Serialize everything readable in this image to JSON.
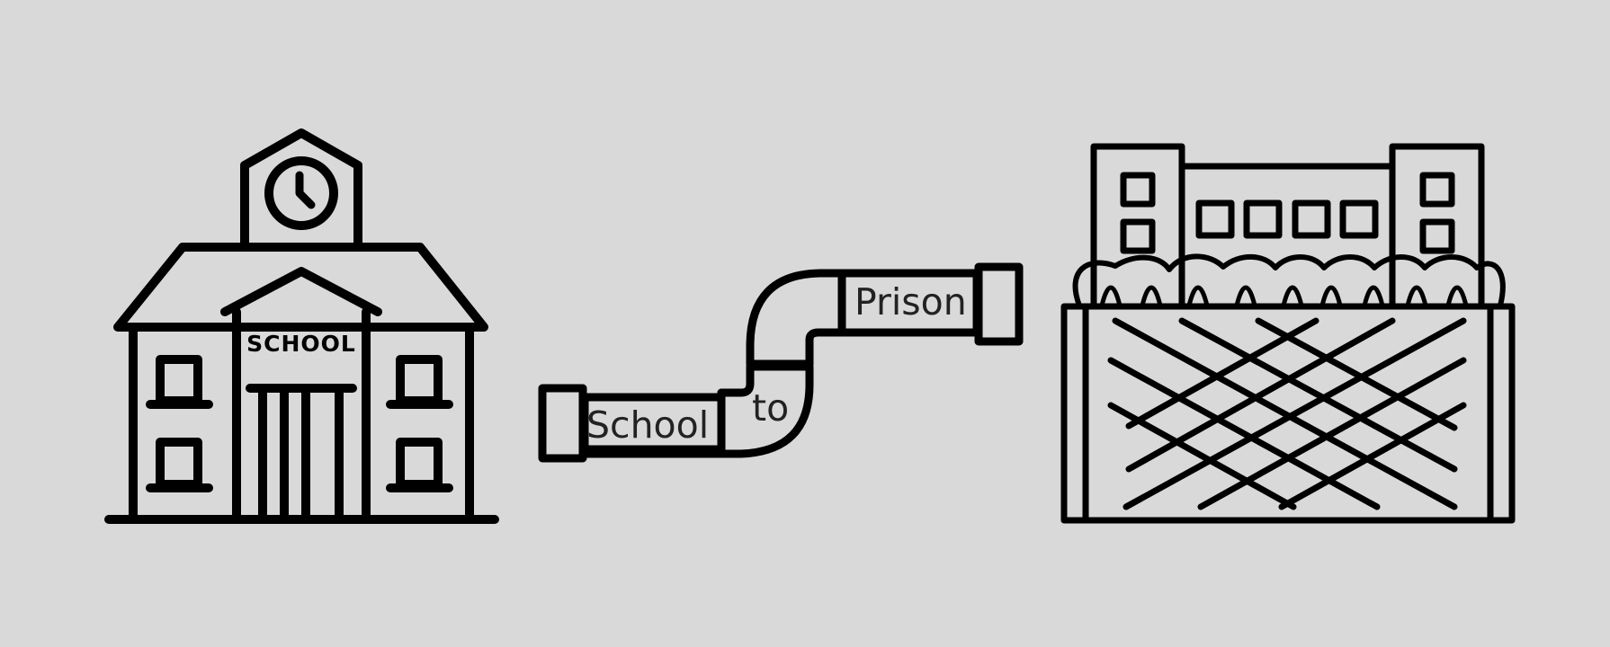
{
  "background_color": "#d9d9d9",
  "line_color": "#000000",
  "school_building": {
    "icon": "school-building-icon",
    "sign_text": "SCHOOL"
  },
  "pipeline": {
    "icon": "pipe-icon",
    "label_start": "School",
    "label_middle": "to",
    "label_end": "Prison"
  },
  "prison_building": {
    "icon": "prison-building-icon"
  }
}
